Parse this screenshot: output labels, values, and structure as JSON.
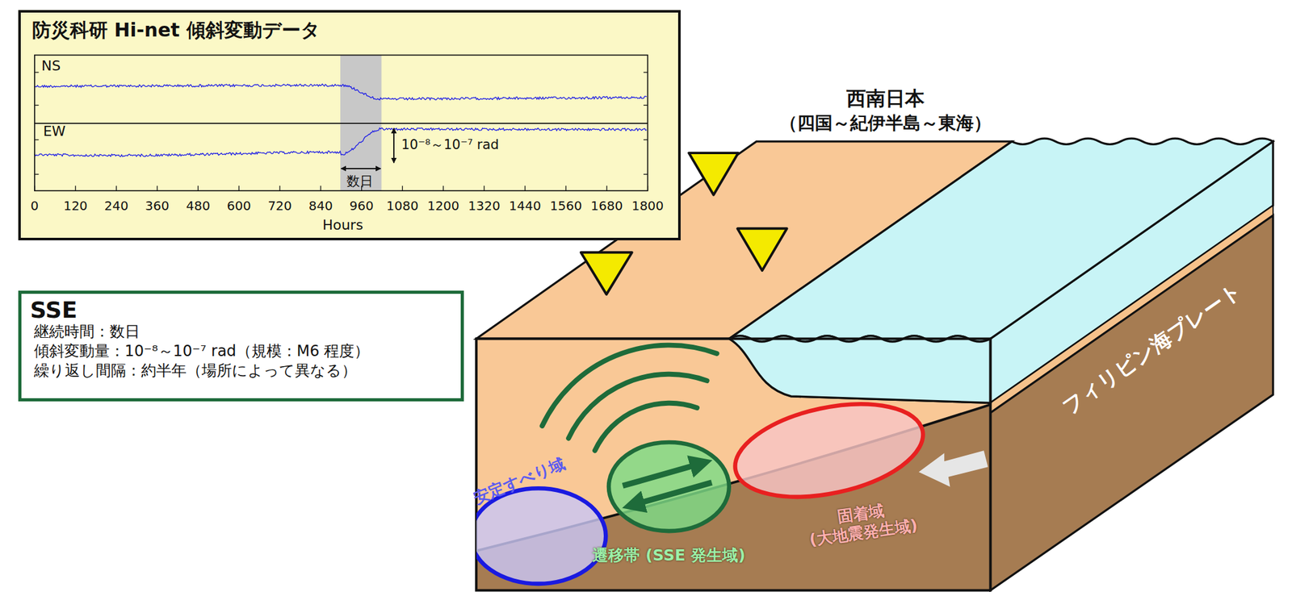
{
  "diagram": {
    "nodes": [
      {
        "text": [
          "防災科研 Hi-net 傾斜変動データ"
        ]
      },
      {
        "text": [
          "SSE",
          "継続時間：数日",
          "傾斜変動量：10⁻⁸～10⁻⁷ rad（規模：M6 程度）",
          "繰り返し間隔：約半年（場所によって異なる）"
        ]
      },
      {
        "text": [
          "安定すべり域"
        ]
      },
      {
        "text": [
          "遷移帯 (SSE 発生域)"
        ]
      },
      {
        "text": [
          "固着域 (大地震発生域)"
        ]
      }
    ],
    "labels": [
      "NS",
      "EW",
      "10⁻⁸～10⁻⁷ rad",
      "数日",
      "0",
      "120",
      "240",
      "360",
      "480",
      "600",
      "720",
      "840",
      "960",
      "1080",
      "1200",
      "1320",
      "1440",
      "1560",
      "1680",
      "1800",
      "Hours",
      "西南日本",
      "（四国～紀伊半島～東海）",
      "フィリピン海プレート"
    ]
  }
}
